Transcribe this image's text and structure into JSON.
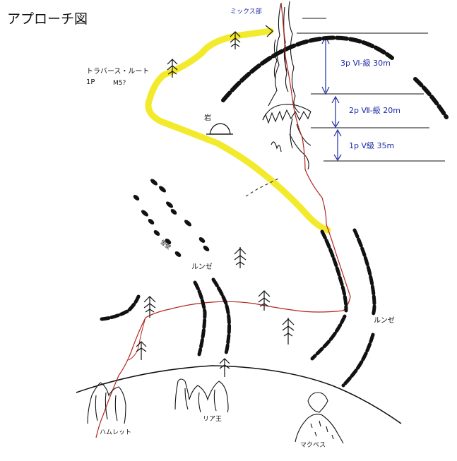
{
  "title": "アプローチ図",
  "labels": {
    "mixed_section": "ミックス部",
    "traverse_route": "トラバース・ルート",
    "traverse_pitch": "1P",
    "traverse_grade": "M5?",
    "rock": "岩",
    "pitch3": "3p Ⅵ-級 30m",
    "pitch2": "2p Ⅶ-級 20m",
    "pitch1": "1p Ⅴ級 35m",
    "gully_left": "ルンゼ",
    "gully_right": "ルンゼ",
    "snow_slope": "雪壁",
    "hamlet": "ハムレット",
    "king_lear": "リア王",
    "macbeth": "マクベス"
  },
  "colors": {
    "traverse_route": "#f2ea2a",
    "climb_route": "#b3261e",
    "pitch_markers": "#1c2aa6",
    "ridges": "#111111"
  }
}
